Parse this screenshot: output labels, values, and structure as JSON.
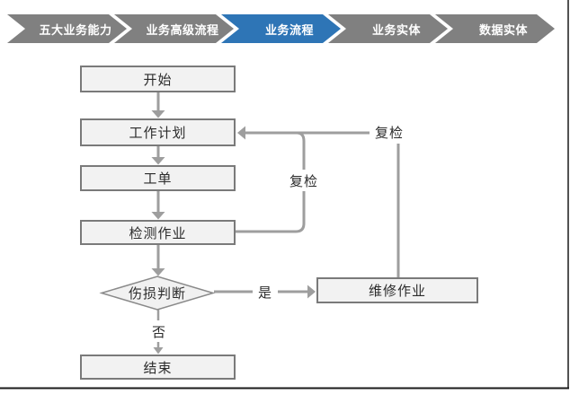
{
  "nav": {
    "active_color": "#2e75b6",
    "inactive_color": "#808080",
    "steps": [
      {
        "label": "五大业务能力",
        "active": false
      },
      {
        "label": "业务高级流程",
        "active": false
      },
      {
        "label": "业务流程",
        "active": true
      },
      {
        "label": "业务实体",
        "active": false
      },
      {
        "label": "数据实体",
        "active": false
      }
    ]
  },
  "flowchart": {
    "nodes": [
      {
        "id": "start",
        "label": "开始",
        "type": "process"
      },
      {
        "id": "work-plan",
        "label": "工作计划",
        "type": "process"
      },
      {
        "id": "work-order",
        "label": "工单",
        "type": "process"
      },
      {
        "id": "inspection-job",
        "label": "检测作业",
        "type": "process"
      },
      {
        "id": "damage-decision",
        "label": "伤损判断",
        "type": "decision"
      },
      {
        "id": "repair-job",
        "label": "维修作业",
        "type": "process"
      },
      {
        "id": "end",
        "label": "结束",
        "type": "process"
      }
    ],
    "edge_labels": {
      "yes": "是",
      "no": "否",
      "recheck_inner": "复检",
      "recheck_outer": "复检"
    },
    "colors": {
      "node_fill": "#f2f2f2",
      "node_border": "#7a7a7a",
      "connector": "#9e9e9e",
      "text": "#2b2b2b"
    }
  }
}
